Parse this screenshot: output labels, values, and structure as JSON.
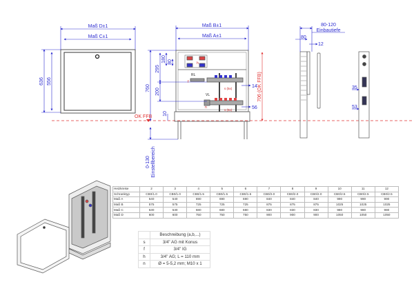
{
  "front_view": {
    "dim_d": "Maß D±1",
    "dim_c": "Maß C±1",
    "h_outer": "636",
    "h_inner": "556"
  },
  "open_view": {
    "dim_b": "Maß B±1",
    "dim_a": "Maß A±1",
    "h_760": "760",
    "h_295": "295",
    "h_180": "180",
    "h_80": "80",
    "h_200": "200",
    "h_10": "10",
    "h_706": "706 (OK FFB)",
    "ok_ffb": "OK FFB",
    "adjust": "0-130",
    "adjust_label": "Einstellbereich",
    "d_14": "14",
    "d_56": "56",
    "rl": "RL",
    "vl": "VL",
    "s5": "s (5x)",
    "h": "h",
    "f": "f",
    "n": "n"
  },
  "side_view": {
    "depth": "80-120",
    "depth_label": "Einbautiefe",
    "d80": "80",
    "d12": "12",
    "d35": "35",
    "d53": "53"
  },
  "spec_table": {
    "rows": [
      [
        "Heizkreise",
        "2",
        "3",
        "4",
        "5",
        "6",
        "7",
        "8",
        "9",
        "10",
        "11",
        "12"
      ],
      [
        "Schranktyp",
        "CB0/1.0",
        "CB0/1.0",
        "CB0/1.5",
        "CB0/1.5",
        "CB0/1.5",
        "CB0/2.0",
        "CB0/2.0",
        "CB0/2.0",
        "CB0/2.5",
        "CB0/2.5",
        "CB0/2.5"
      ],
      [
        "Maß A",
        "540",
        "540",
        "690",
        "690",
        "690",
        "840",
        "840",
        "840",
        "990",
        "990",
        "990"
      ],
      [
        "Maß B",
        "575",
        "575",
        "725",
        "725",
        "725",
        "875",
        "875",
        "875",
        "1025",
        "1025",
        "1025"
      ],
      [
        "Maß C",
        "530",
        "530",
        "680",
        "680",
        "680",
        "830",
        "830",
        "830",
        "980",
        "980",
        "980"
      ],
      [
        "Maß D",
        "600",
        "600",
        "750",
        "750",
        "750",
        "900",
        "900",
        "900",
        "1050",
        "1050",
        "1050"
      ]
    ]
  },
  "legend": {
    "header": "Beschreibung (a,b,...)",
    "items": [
      {
        "key": "s",
        "text": "3/4\" AG mit Konus"
      },
      {
        "key": "f",
        "text": "3/4\" IG"
      },
      {
        "key": "h",
        "text": "3/4\" AG; L = 110 mm"
      },
      {
        "key": "n",
        "text": "Ø = 5-5,2 mm; M10 x 1"
      }
    ]
  },
  "colors": {
    "dimension": "#2a2ad0",
    "ffb": "#e03030",
    "line": "#555555"
  }
}
